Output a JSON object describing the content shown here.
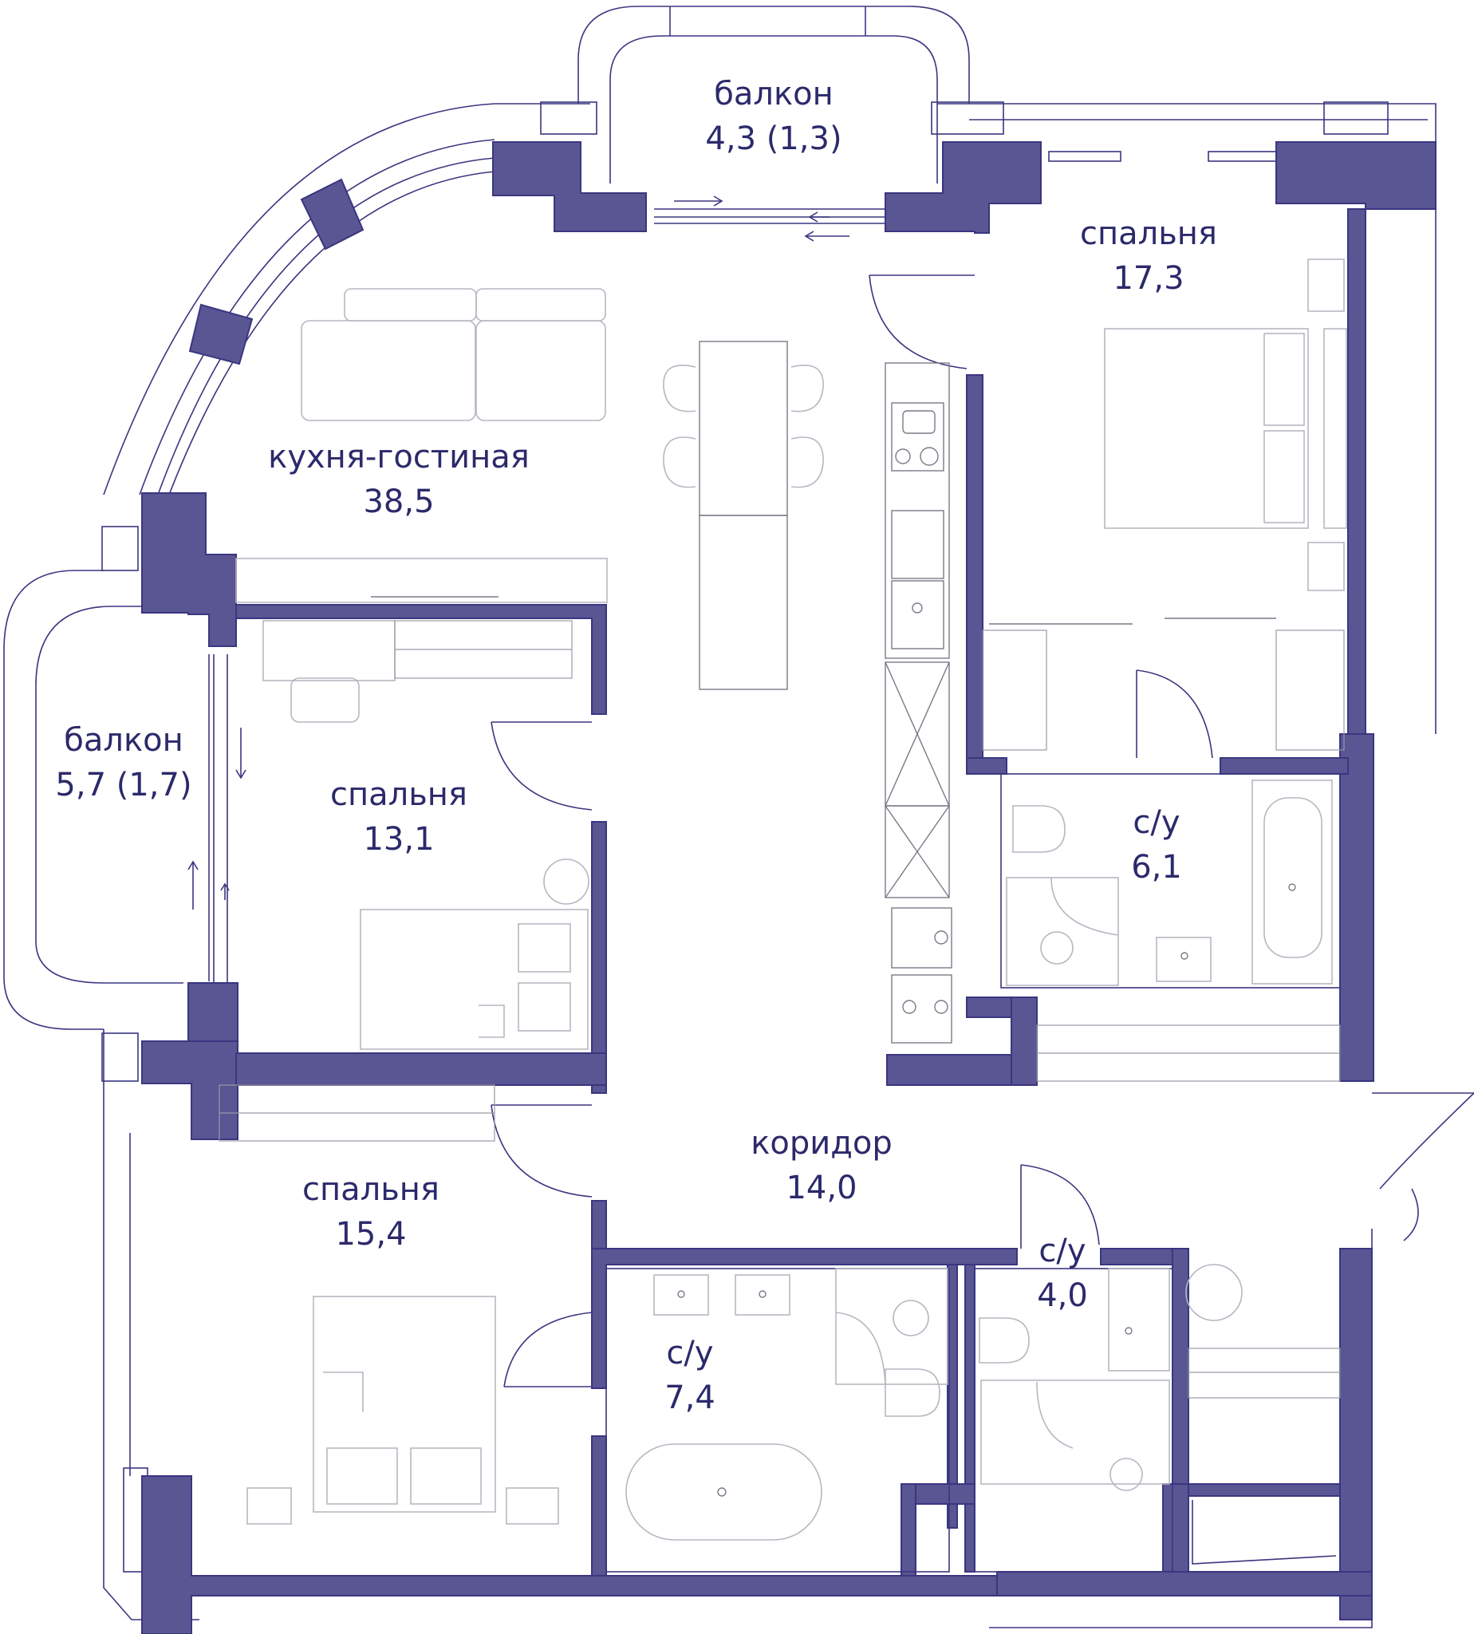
{
  "colors": {
    "wall": "#5a5593",
    "line": "#3a3680",
    "text": "#2b2a6b",
    "furniture": "#b7b7c2"
  },
  "rooms": {
    "balcony_top": {
      "name": "балкон",
      "area": "4,3 (1,3)"
    },
    "bedroom_ne": {
      "name": "спальня",
      "area": "17,3"
    },
    "kitchen": {
      "name": "кухня-гостиная",
      "area": "38,5"
    },
    "balcony_left": {
      "name": "балкон",
      "area": "5,7 (1,7)"
    },
    "bedroom_mid": {
      "name": "спальня",
      "area": "13,1"
    },
    "bath_e": {
      "name": "с/у",
      "area": "6,1"
    },
    "corridor": {
      "name": "коридор",
      "area": "14,0"
    },
    "bedroom_sw": {
      "name": "спальня",
      "area": "15,4"
    },
    "bath_s": {
      "name": "с/у",
      "area": "7,4"
    },
    "wc_se": {
      "name": "с/у",
      "area": "4,0"
    }
  }
}
